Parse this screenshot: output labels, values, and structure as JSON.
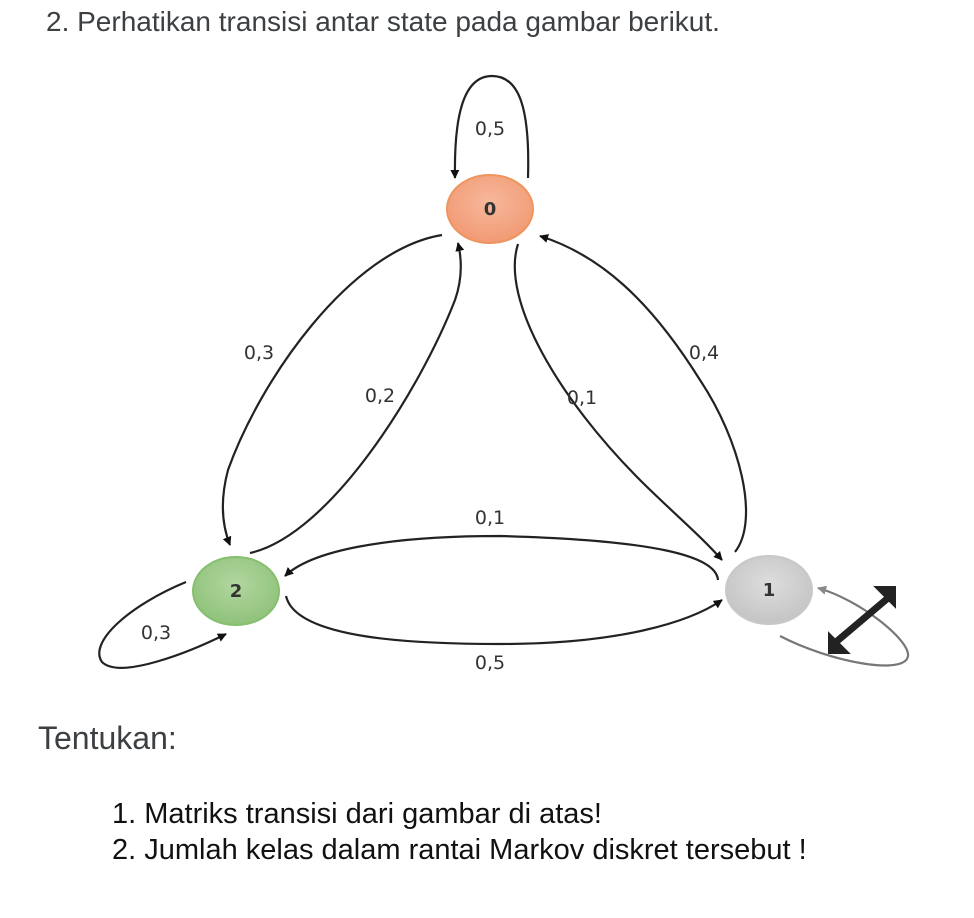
{
  "question": {
    "title": "2. Perhatikan transisi antar state pada gambar berikut."
  },
  "diagram": {
    "states": [
      {
        "label": "0",
        "color": "#f4a27f"
      },
      {
        "label": "1",
        "color": "#cfcfcf"
      },
      {
        "label": "2",
        "color": "#9fcb8c"
      }
    ],
    "transitions": [
      {
        "from": "0",
        "to": "0",
        "label": "0,5"
      },
      {
        "from": "0",
        "to": "2",
        "label": "0,3"
      },
      {
        "from": "2",
        "to": "0",
        "label": "0,2"
      },
      {
        "from": "0",
        "to": "1",
        "label": "0,1"
      },
      {
        "from": "1",
        "to": "0",
        "label": "0,4"
      },
      {
        "from": "1",
        "to": "2",
        "label": "0,1"
      },
      {
        "from": "2",
        "to": "1",
        "label": "0,5"
      },
      {
        "from": "2",
        "to": "2",
        "label": "0,3"
      }
    ]
  },
  "instructions": {
    "heading": "Tentukan:",
    "items": [
      "1. Matriks transisi dari gambar di atas!",
      "2. Jumlah kelas dalam rantai Markov diskret tersebut !"
    ]
  }
}
